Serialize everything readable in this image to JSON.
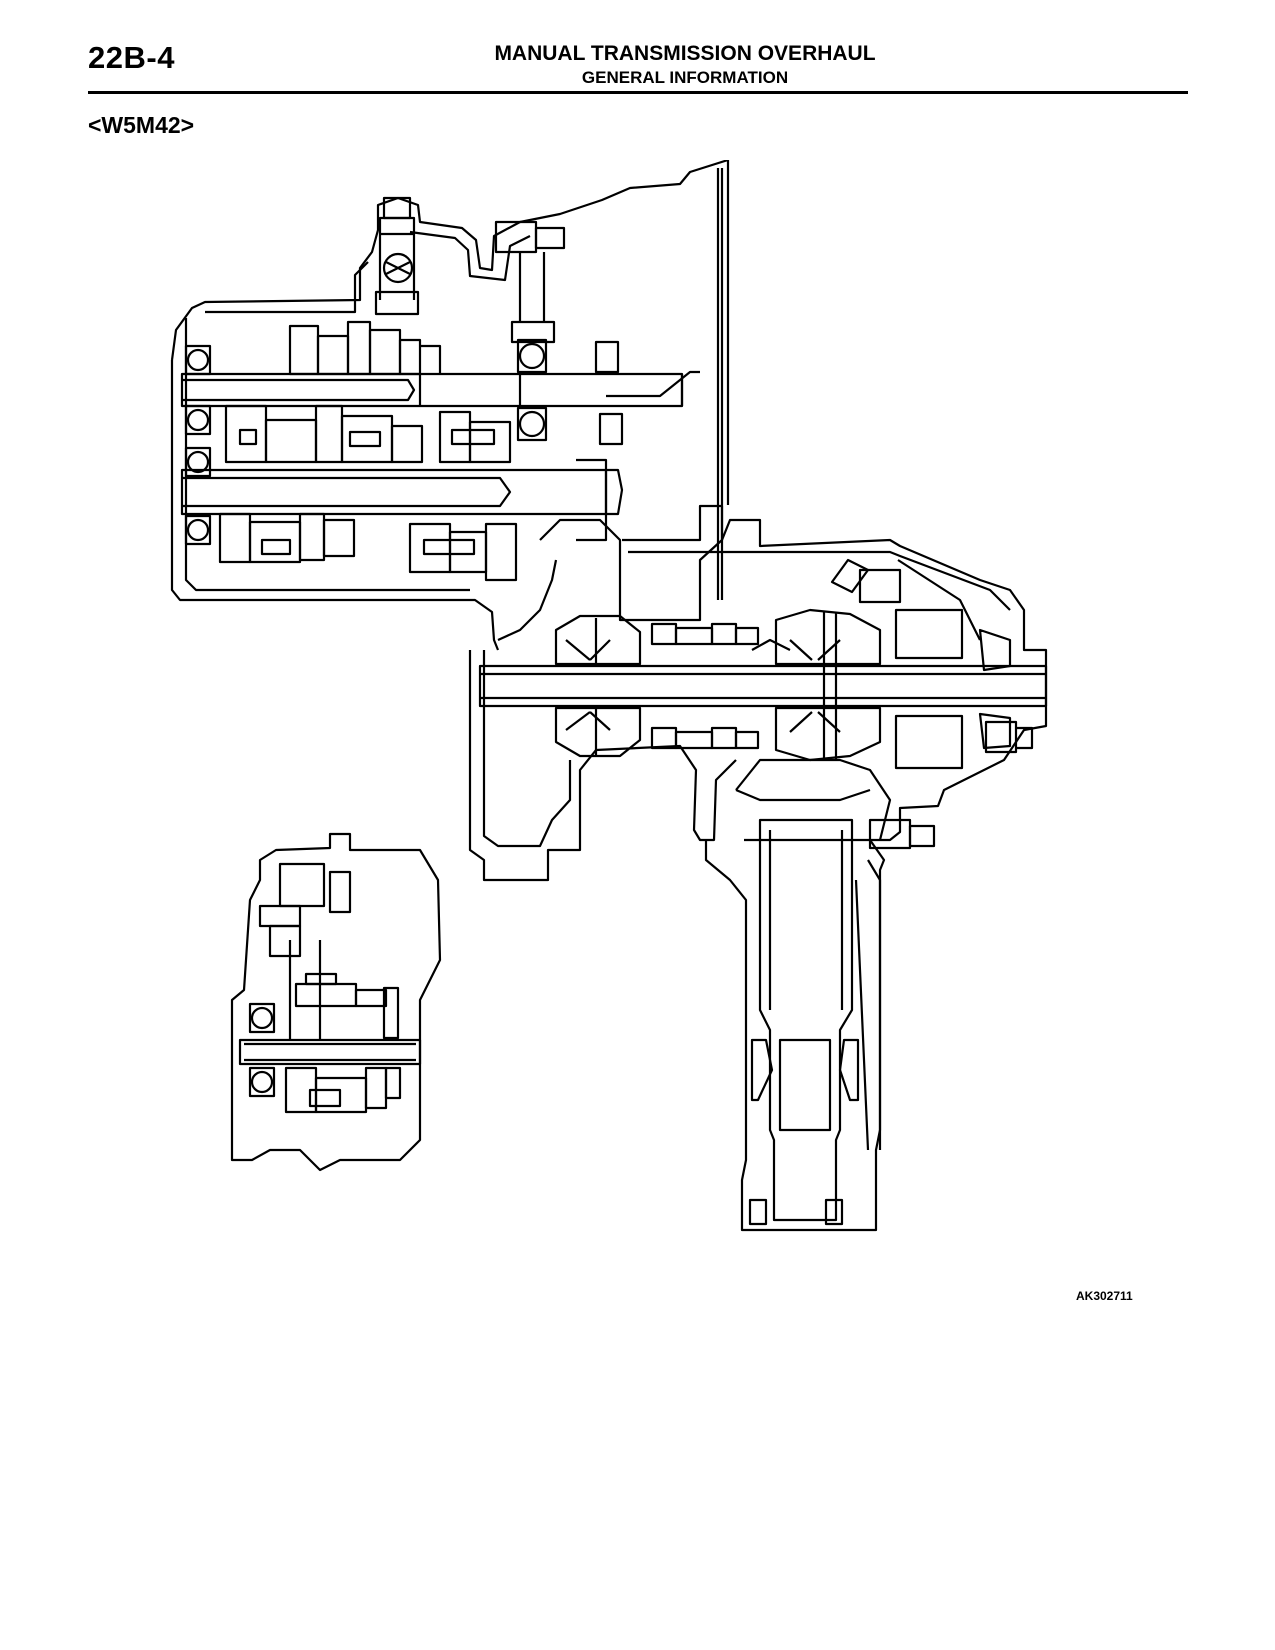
{
  "header": {
    "page_number": "22B-4",
    "title": "MANUAL TRANSMISSION OVERHAUL",
    "subtitle": "GENERAL INFORMATION"
  },
  "model_label": "<W5M42>",
  "figure": {
    "id": "AK302711"
  }
}
